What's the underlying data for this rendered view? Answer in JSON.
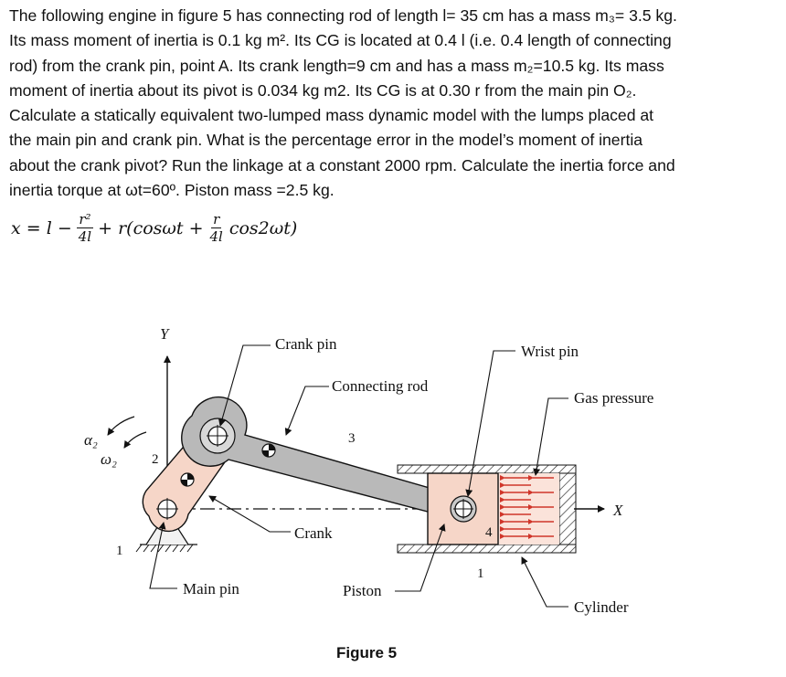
{
  "problem": {
    "lines": [
      "The following engine in figure 5 has connecting rod of length l= 35 cm has a mass m₃= 3.5 kg.",
      "Its mass moment of inertia is 0.1 kg m². Its CG is located at 0.4 l (i.e. 0.4 length of connecting",
      "rod) from the crank pin, point A. Its crank length=9 cm and has a mass m₂=10.5 kg.  Its mass",
      "moment of inertia about its pivot is 0.034 kg m2. Its CG is at 0.30 r from the main pin O₂.",
      "Calculate a statically equivalent two-lumped mass dynamic model with the lumps placed at",
      "the main pin and crank pin. What is the percentage error in the model’s moment of inertia",
      "about the crank pivot? Run the linkage at a constant 2000 rpm. Calculate the inertia force and",
      "inertia torque at ωt=60º. Piston mass =2.5 kg."
    ]
  },
  "formula": {
    "lhs": "x = l −",
    "frac1_num": "r²",
    "frac1_den": "4l",
    "mid": "+ r(cosωt +",
    "frac2_num": "r",
    "frac2_den": "4l",
    "tail": "cos2ωt)"
  },
  "figure": {
    "labels": {
      "crank_pin": "Crank pin",
      "wrist_pin": "Wrist pin",
      "connecting_rod": "Connecting rod",
      "gas_pressure": "Gas pressure",
      "crank": "Crank",
      "main_pin": "Main pin",
      "piston": "Piston",
      "cylinder": "Cylinder",
      "y_axis": "Y",
      "x_axis": "X",
      "alpha": "α₂",
      "omega": "ω₂",
      "link_2": "2",
      "link_3": "3",
      "link_4": "4",
      "ground_left": "1",
      "ground_right": "1"
    },
    "caption": "Figure 5",
    "colors": {
      "crank_fill": "#f6d6c8",
      "rod_fill": "#b9b9b9",
      "cylinder_fill": "#fbe3da",
      "gas_arrows": "#d0362a"
    }
  }
}
